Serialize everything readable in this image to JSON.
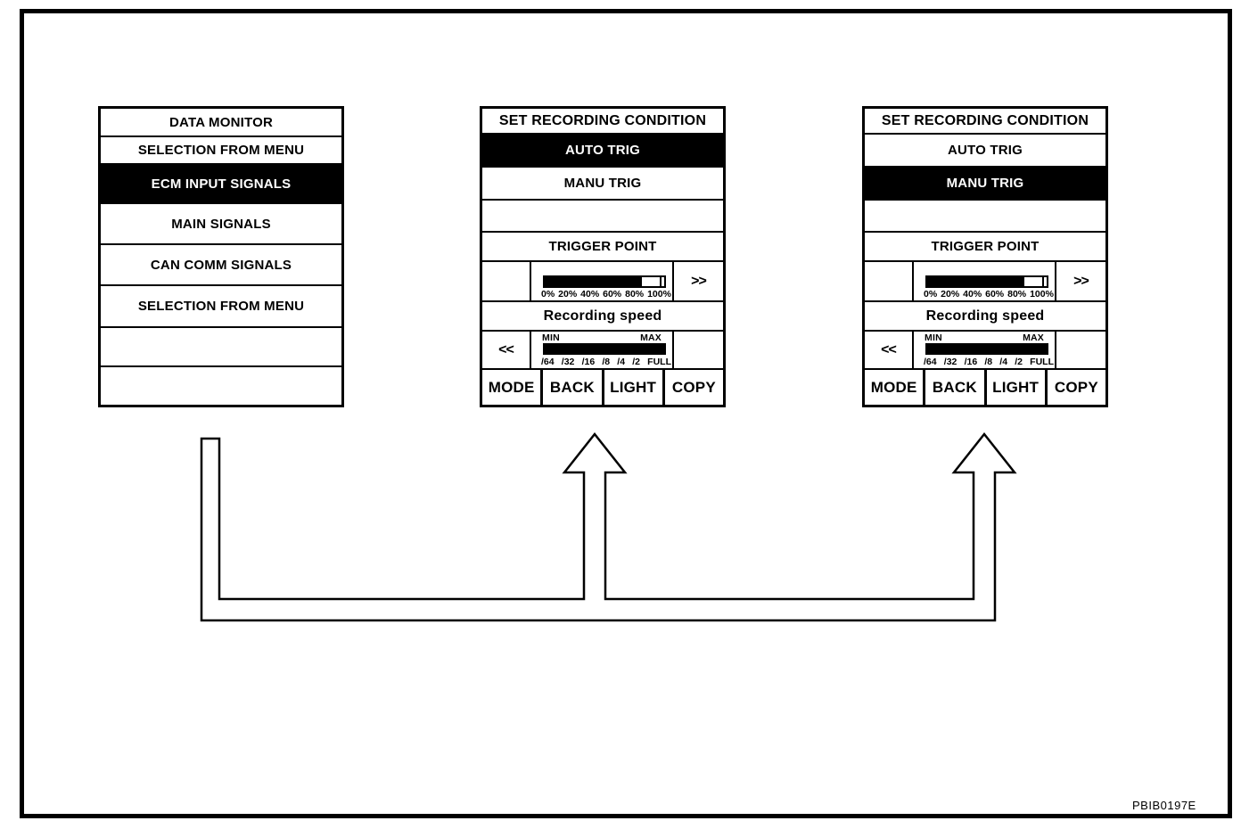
{
  "figure_code": "PBIB0197E",
  "colors": {
    "ink": "#000000",
    "paper": "#ffffff",
    "selected_bg": "#000000",
    "selected_text": "#ffffff"
  },
  "data_monitor": {
    "title": "DATA MONITOR",
    "items": [
      "SELECTION FROM MENU",
      "ECM INPUT SIGNALS",
      "MAIN SIGNALS",
      "CAN COMM SIGNALS",
      "SELECTION FROM MENU",
      "",
      ""
    ],
    "selected_item": "ECM INPUT SIGNALS"
  },
  "recording_auto": {
    "title": "SET RECORDING CONDITION",
    "options": [
      "AUTO TRIG",
      "MANU TRIG"
    ],
    "selected_option": "AUTO TRIG",
    "trigger_point_label": "TRIGGER POINT",
    "trigger_scale": [
      "0%",
      "20%",
      "40%",
      "60%",
      "80%",
      "100%"
    ],
    "trigger_fill_percent": 81,
    "forward_label": ">>",
    "back_label": "<<",
    "recording_speed_label": "Recording speed",
    "speed_min_label": "MIN",
    "speed_max_label": "MAX",
    "speed_scale": [
      "/64",
      "/32",
      "/16",
      "/8",
      "/4",
      "/2",
      "FULL"
    ],
    "speed_fill_percent": 100,
    "buttons": [
      "MODE",
      "BACK",
      "LIGHT",
      "COPY"
    ]
  },
  "recording_manu": {
    "title": "SET RECORDING CONDITION",
    "options": [
      "AUTO TRIG",
      "MANU TRIG"
    ],
    "selected_option": "MANU TRIG",
    "trigger_point_label": "TRIGGER POINT",
    "trigger_scale": [
      "0%",
      "20%",
      "40%",
      "60%",
      "80%",
      "100%"
    ],
    "trigger_fill_percent": 81,
    "forward_label": ">>",
    "back_label": "<<",
    "recording_speed_label": "Recording speed",
    "speed_min_label": "MIN",
    "speed_max_label": "MAX",
    "speed_scale": [
      "/64",
      "/32",
      "/16",
      "/8",
      "/4",
      "/2",
      "FULL"
    ],
    "speed_fill_percent": 100,
    "buttons": [
      "MODE",
      "BACK",
      "LIGHT",
      "COPY"
    ]
  }
}
